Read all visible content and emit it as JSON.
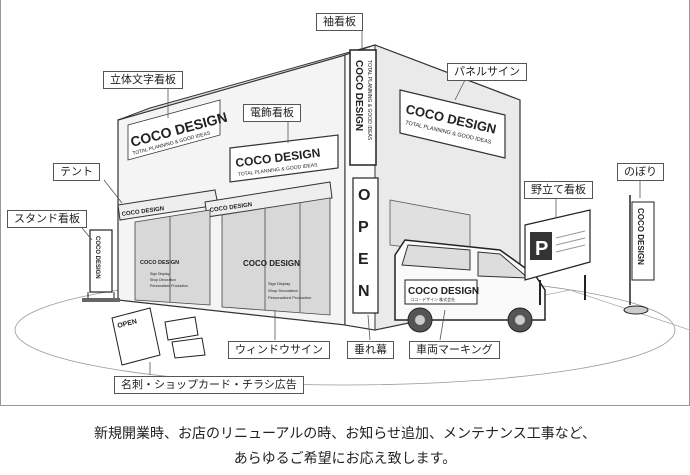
{
  "signs": {
    "brand": "COCO DESIGN",
    "tagline": "TOTAL PLANNING & GOOD IDEAS",
    "open_banner": "OPEN",
    "parking": "P",
    "van_subline": "ココ・デザイン 株式会社",
    "window_lines": [
      "Sign Display",
      "Shop Decoration",
      "Personalized Production"
    ]
  },
  "callouts": {
    "sode": "袖看板",
    "rittai": "立体文字看板",
    "panel": "パネルサイン",
    "denshoku": "電飾看板",
    "tent": "テント",
    "stand": "スタンド看板",
    "nodate": "野立て看板",
    "nobori": "のぼり",
    "window": "ウィンドウサイン",
    "tare": "垂れ幕",
    "sharyou": "車両マーキング",
    "meishi": "名刺・ショップカード・チラシ広告"
  },
  "caption": {
    "line1": "新規開業時、お店のリニューアルの時、お知らせ追加、メンテナンス工事など、",
    "line2": "あらゆるご希望にお応え致します。"
  }
}
